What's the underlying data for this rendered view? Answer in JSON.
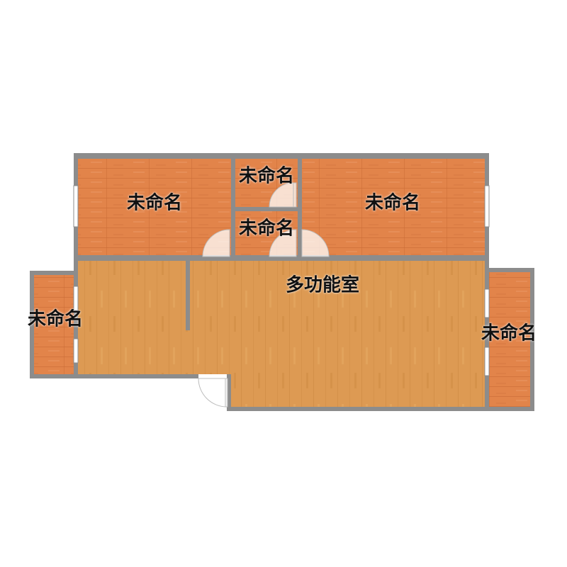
{
  "colors": {
    "floor_orange": "#e2844a",
    "floor_orange_dark": "#cf6f38",
    "floor_light": "#dd9a53",
    "floor_light_dark": "#c98640",
    "wall": "#8c8c8c",
    "door": "#ffffff"
  },
  "rooms": {
    "bedroom_left": {
      "label": "未命名"
    },
    "closet_top": {
      "label": "未命名"
    },
    "closet_mid": {
      "label": "未命名"
    },
    "bedroom_right": {
      "label": "未命名"
    },
    "balcony_left": {
      "label": "未命名"
    },
    "balcony_right": {
      "label": "未命名"
    },
    "multi_room": {
      "label": "多功能室"
    }
  }
}
